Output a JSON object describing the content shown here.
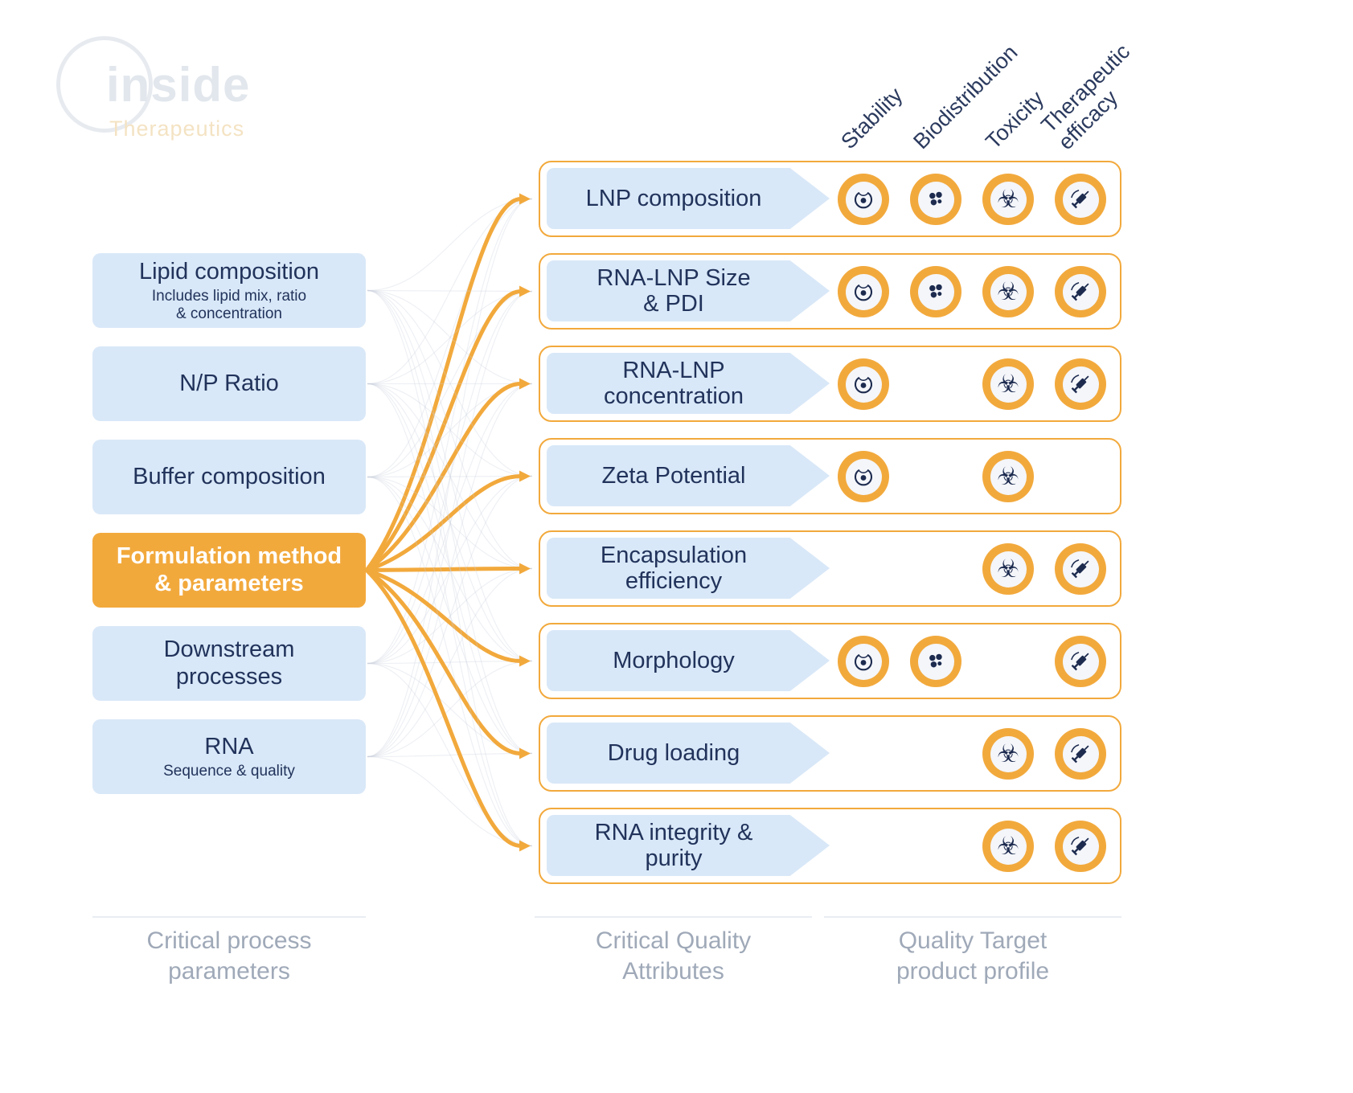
{
  "logo": {
    "brand": "inside",
    "sub": "Therapeutics"
  },
  "colors": {
    "orange": "#F2A93C",
    "light_blue": "#D9E8F8",
    "navy": "#1D2B4F",
    "text": "#21335B"
  },
  "qtpp": {
    "columns": [
      {
        "label": "Stability",
        "icon": "stability-icon"
      },
      {
        "label": "Biodistribution",
        "icon": "biodistribution-icon"
      },
      {
        "label": "Toxicity",
        "icon": "toxicity-icon"
      },
      {
        "label": "Therapeutic\nefficacy",
        "icon": "therapeutic-efficacy-icon"
      }
    ]
  },
  "cpp": {
    "items": [
      {
        "title": "Lipid composition",
        "subtitle": "Includes lipid mix, ratio\n& concentration",
        "highlighted": false
      },
      {
        "title": "N/P Ratio",
        "subtitle": "",
        "highlighted": false
      },
      {
        "title": "Buffer composition",
        "subtitle": "",
        "highlighted": false
      },
      {
        "title": "Formulation method\n& parameters",
        "subtitle": "",
        "highlighted": true
      },
      {
        "title": "Downstream\nprocesses",
        "subtitle": "",
        "highlighted": false
      },
      {
        "title": "RNA",
        "subtitle": "Sequence & quality",
        "highlighted": false
      }
    ]
  },
  "cqa": {
    "rows": [
      {
        "label": "LNP composition",
        "qtpp": [
          true,
          true,
          true,
          true
        ]
      },
      {
        "label": "RNA-LNP Size\n& PDI",
        "qtpp": [
          true,
          true,
          true,
          true
        ]
      },
      {
        "label": "RNA-LNP\nconcentration",
        "qtpp": [
          true,
          false,
          true,
          true
        ]
      },
      {
        "label": "Zeta Potential",
        "qtpp": [
          true,
          false,
          true,
          false
        ]
      },
      {
        "label": "Encapsulation\nefficiency",
        "qtpp": [
          false,
          false,
          true,
          true
        ]
      },
      {
        "label": "Morphology",
        "qtpp": [
          true,
          true,
          false,
          true
        ]
      },
      {
        "label": "Drug loading",
        "qtpp": [
          false,
          false,
          true,
          true
        ]
      },
      {
        "label": "RNA integrity &\npurity",
        "qtpp": [
          false,
          false,
          true,
          true
        ]
      }
    ]
  },
  "footer": {
    "cpp": "Critical process\nparameters",
    "cqa": "Critical Quality\nAttributes",
    "qtpp": "Quality Target\nproduct profile"
  }
}
